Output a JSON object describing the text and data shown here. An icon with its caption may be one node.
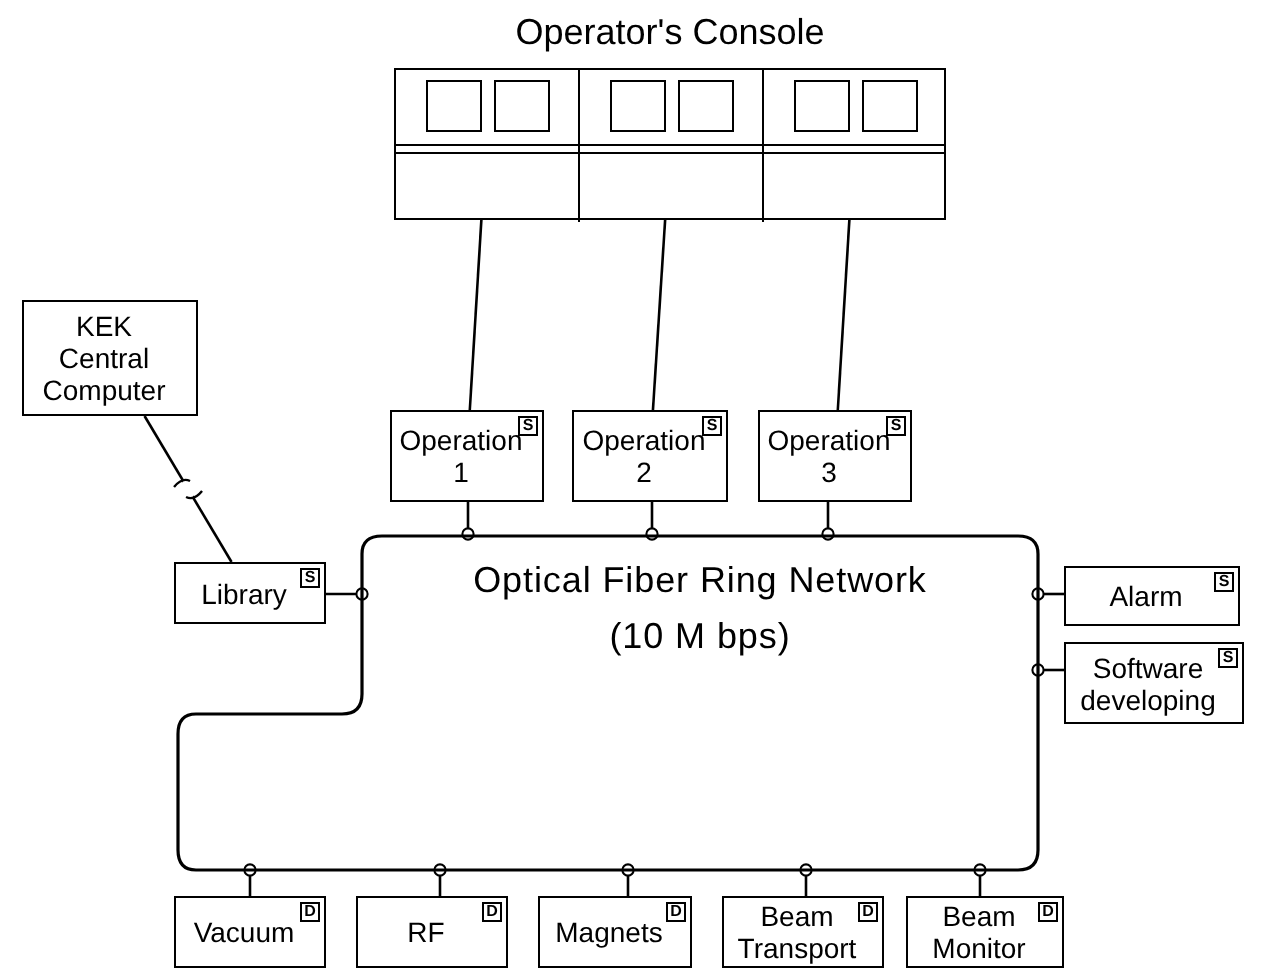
{
  "diagram": {
    "nodes": [
      {
        "text": [
          "Operator's Console"
        ]
      },
      {
        "text": [],
        "shape": "box",
        "in": 0
      },
      {
        "text": [],
        "shape": "box",
        "in": 0
      },
      {
        "text": [],
        "shape": "box",
        "in": 0
      },
      {
        "text": [
          "KEK Central Computer"
        ]
      },
      {
        "text": [
          "Operation 1",
          "S"
        ]
      },
      {
        "text": [
          "Operation 2",
          "S"
        ]
      },
      {
        "text": [
          "Operation 3",
          "S"
        ]
      },
      {
        "text": [
          "Library",
          "S"
        ]
      },
      {
        "text": [
          "Optical Fiber Ring Network",
          "(10 M bps)"
        ]
      },
      {
        "text": [
          "Alarm",
          "S"
        ]
      },
      {
        "text": [
          "Software developing",
          "S"
        ]
      },
      {
        "text": [
          "Vacuum",
          "D"
        ]
      },
      {
        "text": [
          "RF",
          "D"
        ]
      },
      {
        "text": [
          "Magnets",
          "D"
        ]
      },
      {
        "text": [
          "Beam Transport",
          "D"
        ]
      },
      {
        "text": [
          "Beam Monitor",
          "D"
        ]
      }
    ],
    "edges": [
      {
        "from": 1,
        "to": 5,
        "arrow": "none"
      },
      {
        "from": 2,
        "to": 6,
        "arrow": "none"
      },
      {
        "from": 3,
        "to": 7,
        "arrow": "none"
      },
      {
        "from": 4,
        "to": 8,
        "arrow": "none"
      },
      {
        "from": 5,
        "to": 9,
        "arrow": "other"
      },
      {
        "from": 6,
        "to": 9,
        "arrow": "other"
      },
      {
        "from": 7,
        "to": 9,
        "arrow": "other"
      },
      {
        "from": 8,
        "to": 9,
        "arrow": "other"
      },
      {
        "from": 10,
        "to": 9,
        "arrow": "other"
      },
      {
        "from": 11,
        "to": 9,
        "arrow": "other"
      },
      {
        "from": 12,
        "to": 9,
        "arrow": "other"
      },
      {
        "from": 13,
        "to": 9,
        "arrow": "other"
      },
      {
        "from": 14,
        "to": 9,
        "arrow": "other"
      },
      {
        "from": 15,
        "to": 9,
        "arrow": "other"
      },
      {
        "from": 16,
        "to": 9,
        "arrow": "other"
      }
    ]
  }
}
